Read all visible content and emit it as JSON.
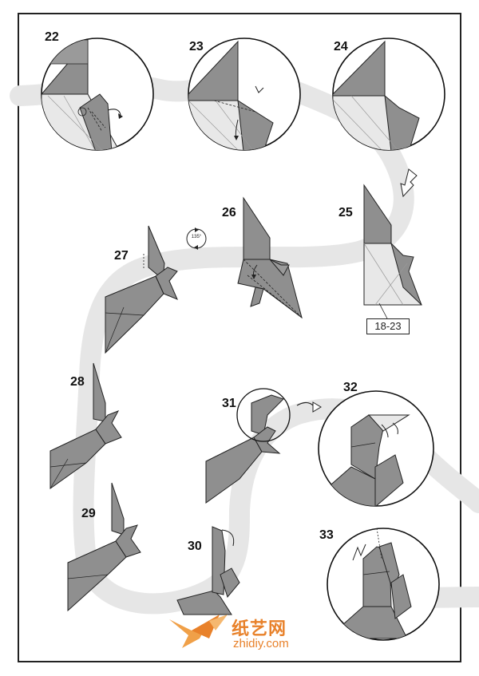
{
  "steps": {
    "s22": "22",
    "s23": "23",
    "s24": "24",
    "s25": "25",
    "s26": "26",
    "s27": "27",
    "s28": "28",
    "s29": "29",
    "s30": "30",
    "s31": "31",
    "s32": "32",
    "s33": "33"
  },
  "reference_label": "18-23",
  "rotation_label": "135°",
  "watermark": {
    "site_name": "纸艺网",
    "url": "zhidiy.com"
  },
  "colors": {
    "paper_gray": "#8f8f8f",
    "paper_light": "#e8e8e8",
    "path_band": "#e6e6e6",
    "watermark": "#e8812a"
  }
}
